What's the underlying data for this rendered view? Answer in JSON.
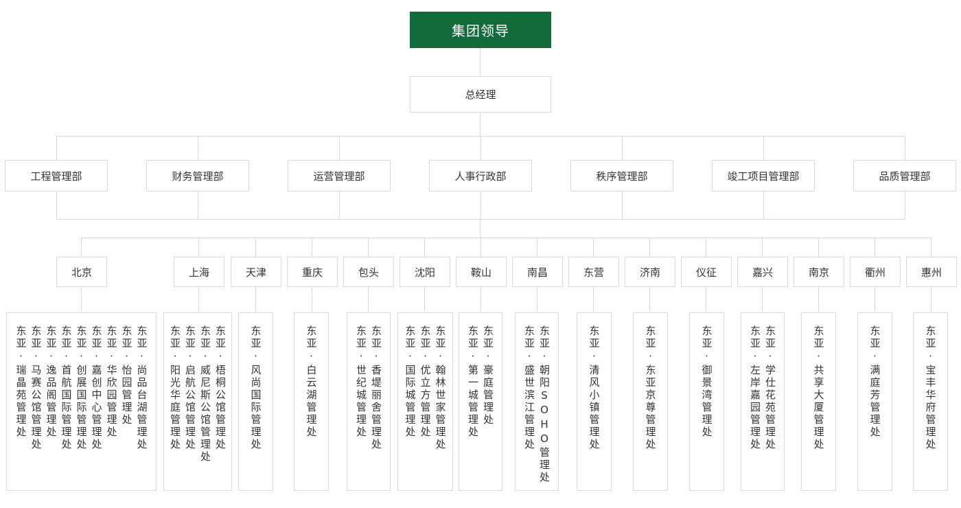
{
  "top": "集团领导",
  "gm": "总经理",
  "departments": [
    "工程管理部",
    "财务管理部",
    "运营管理部",
    "人事行政部",
    "秩序管理部",
    "竣工项目管理部",
    "品质管理部"
  ],
  "cities": [
    {
      "name": "北京",
      "offices": [
        "东亚·瑞晶苑管理处",
        "东亚·马赛公馆管理处",
        "东亚·逸品阁管理处",
        "东亚·首航国际管理处",
        "东亚·创展国际管理处",
        "东亚·嘉创中心管理处",
        "东亚·华欣园管理处",
        "东亚·怡园管理处",
        "东亚·尚品台湖管理处"
      ]
    },
    {
      "name": "上海",
      "offices": [
        "东亚·阳光华庭管理处",
        "东亚·启航公馆管理处",
        "东亚·威尼斯公馆管理处",
        "东亚·梧桐公馆管理处"
      ]
    },
    {
      "name": "天津",
      "offices": [
        "东亚·风尚国际管理处"
      ]
    },
    {
      "name": "重庆",
      "offices": [
        "东亚·白云湖管理处"
      ]
    },
    {
      "name": "包头",
      "offices": [
        "东亚·世纪城管理处",
        "东亚·香堤丽舍管理处"
      ]
    },
    {
      "name": "沈阳",
      "offices": [
        "东亚·国际城管理处",
        "东亚·优立方管理处",
        "东亚·翰林世家管理处"
      ]
    },
    {
      "name": "鞍山",
      "offices": [
        "东亚·第一城管理处",
        "东亚·豪庭管理处"
      ]
    },
    {
      "name": "南昌",
      "offices": [
        "东亚·盛世滨江管理处",
        "东亚·朝阳SOHO管理处"
      ]
    },
    {
      "name": "东营",
      "offices": [
        "东亚·清风小镇管理处"
      ]
    },
    {
      "name": "济南",
      "offices": [
        "东亚·东亚京尊管理处"
      ]
    },
    {
      "name": "仪征",
      "offices": [
        "东亚·御景湾管理处"
      ]
    },
    {
      "name": "嘉兴",
      "offices": [
        "东亚·左岸嘉园管理处",
        "东亚·学仕花苑管理处"
      ]
    },
    {
      "name": "南京",
      "offices": [
        "东亚·共享大厦管理处"
      ]
    },
    {
      "name": "衢州",
      "offices": [
        "东亚·满庭芳管理处"
      ]
    },
    {
      "name": "惠州",
      "offices": [
        "东亚·宝丰华府管理处"
      ]
    }
  ],
  "colors": {
    "top_bg": "#136b3b",
    "top_text": "#ffffff",
    "border": "#dadada",
    "line": "#d8d8d8"
  }
}
